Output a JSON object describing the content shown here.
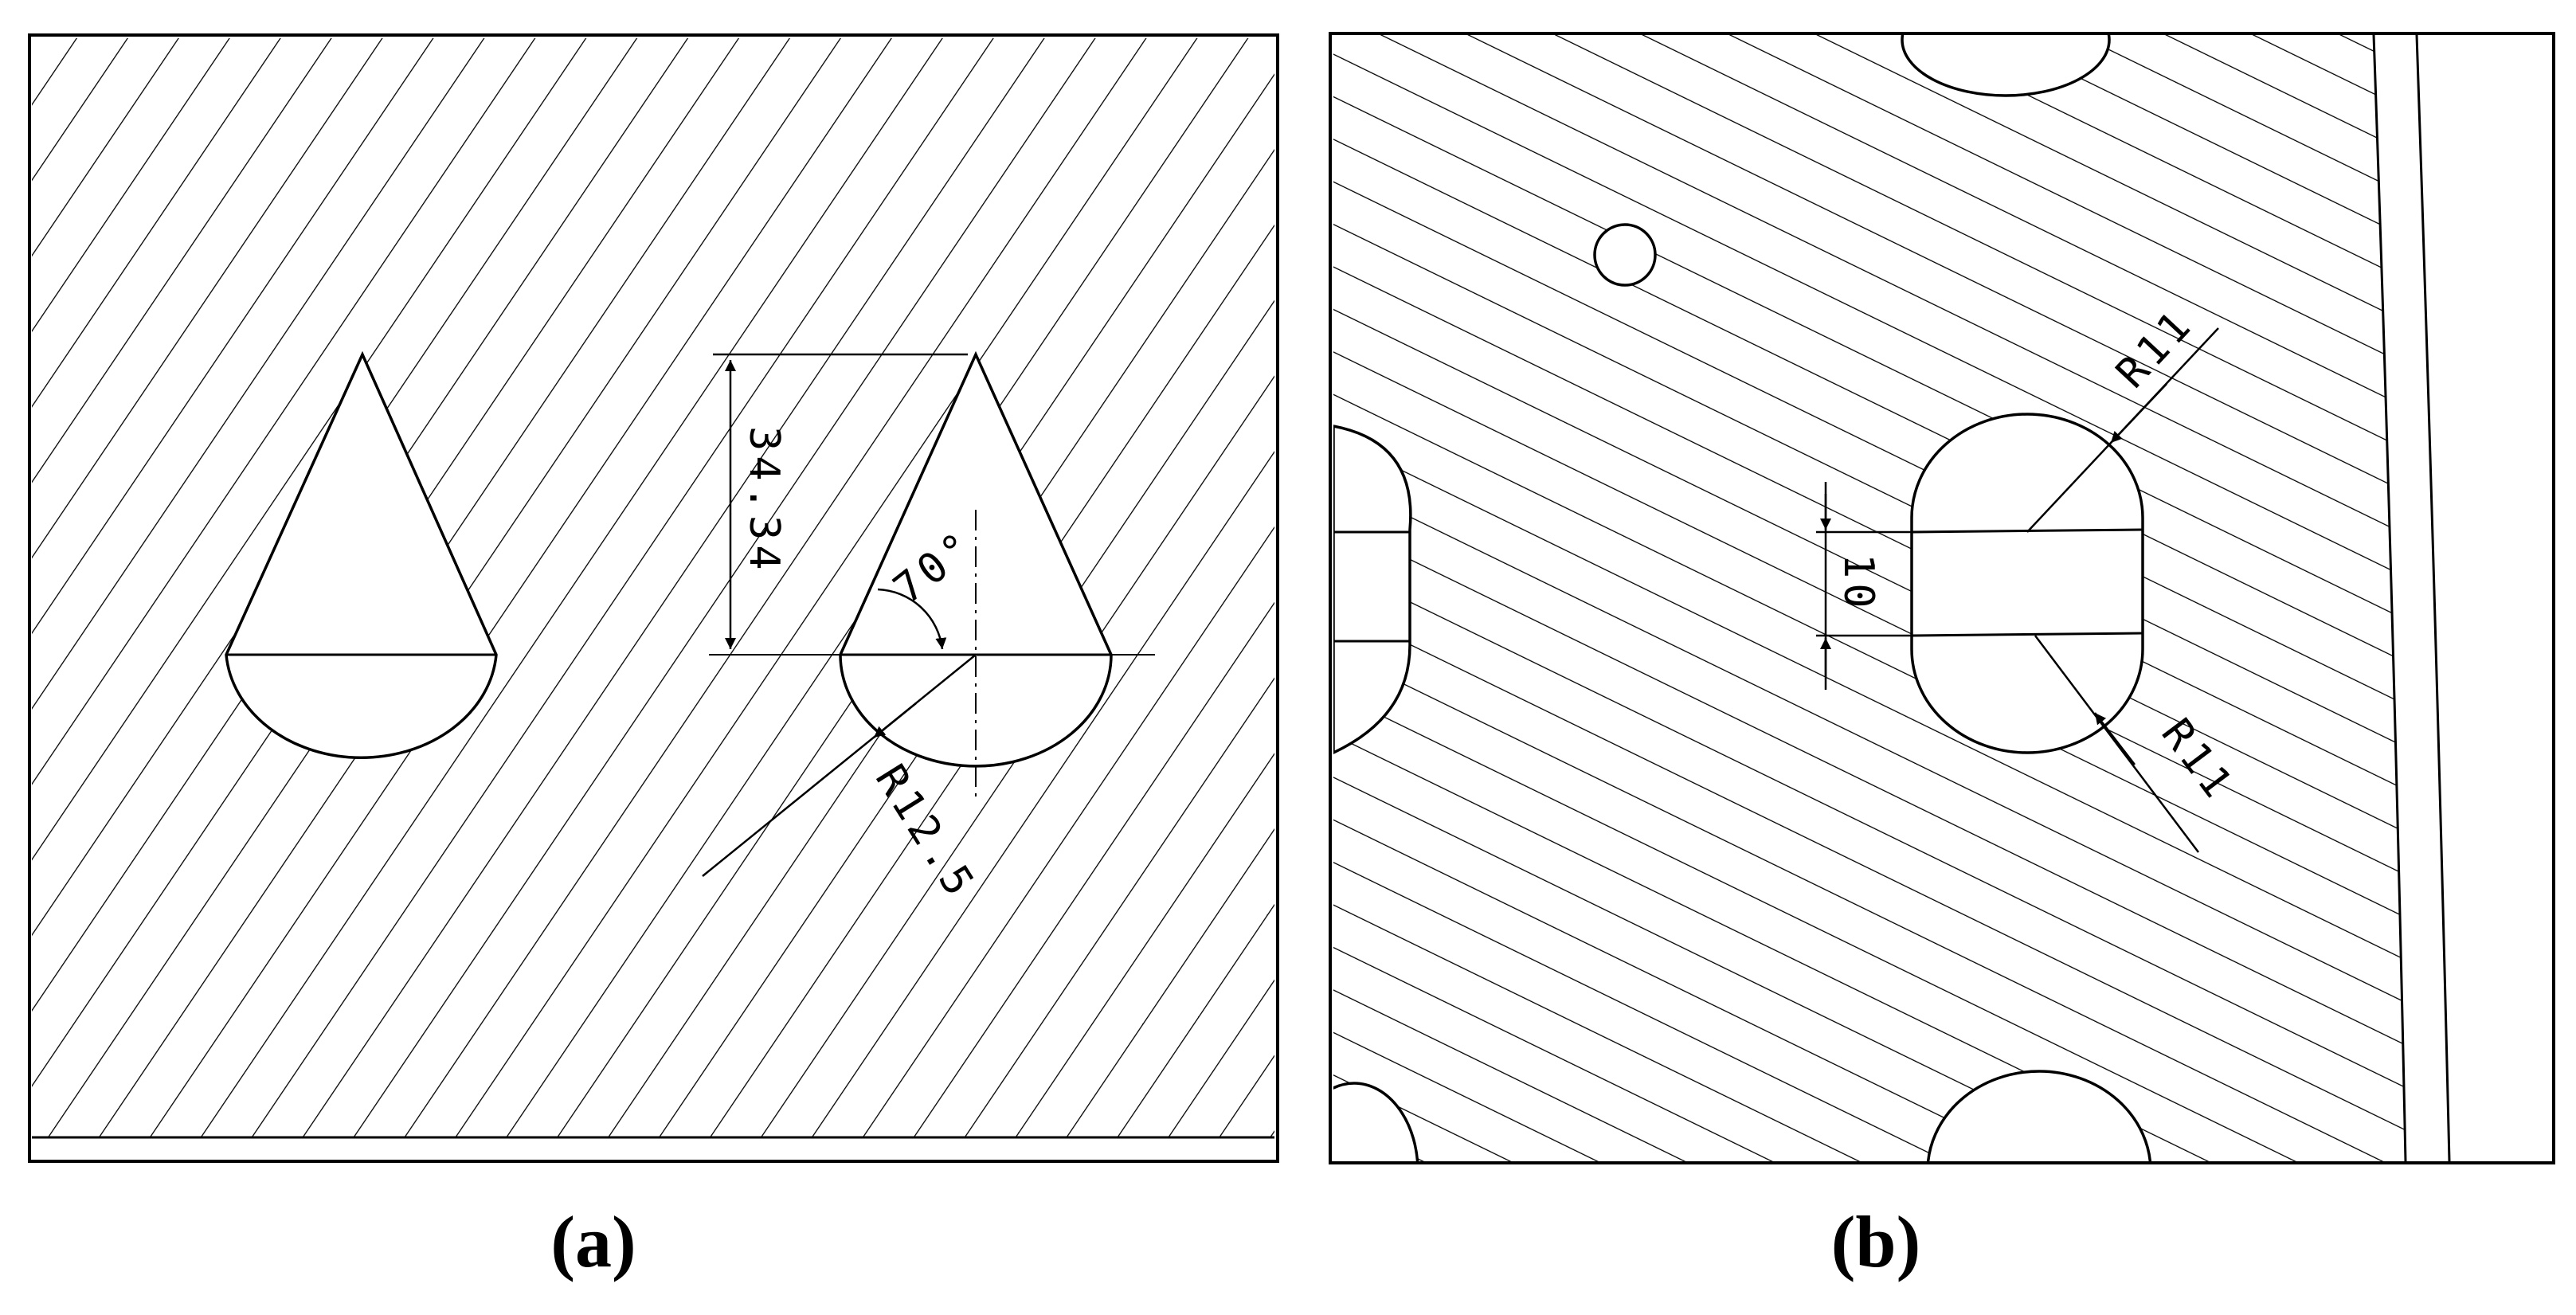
{
  "panel_a": {
    "caption": "(a)",
    "height_dim": "34.34",
    "angle_dim": "70°",
    "radius_dim": "R12.5"
  },
  "panel_b": {
    "caption": "(b)",
    "radius_top": "R11",
    "width_dim": "10",
    "radius_bottom": "R11"
  },
  "colors": {
    "line": "#000000",
    "background": "#ffffff"
  }
}
